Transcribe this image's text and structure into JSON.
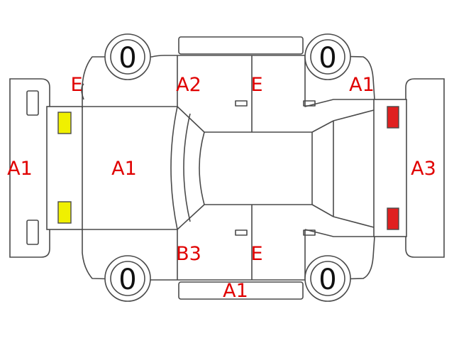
{
  "colors": {
    "line": "#4a4a4a",
    "label": "#e00000",
    "front_lamp": "#f0f000",
    "rear_lamp": "#e02020"
  },
  "tires": {
    "front_left": "0",
    "rear_left": "0",
    "front_right": "0",
    "rear_right": "0"
  },
  "labels": {
    "front_bumper": "A1",
    "hood": "A1",
    "left_front_fender": "E",
    "left_front_door": "A2",
    "left_rear_door": "E",
    "left_rear_fender": "A1",
    "rear_bumper": "A3",
    "right_front_door": "B3",
    "right_rear_door": "E",
    "right_sill": "A1"
  }
}
